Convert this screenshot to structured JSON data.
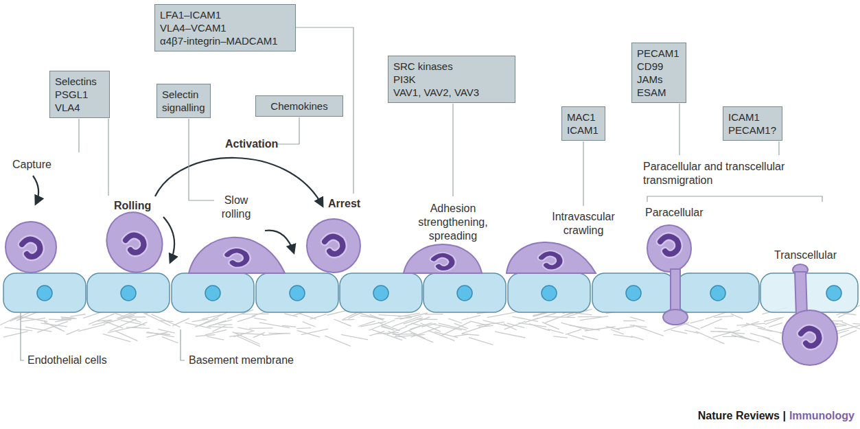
{
  "diagram": {
    "nodes": [
      {
        "text": [
          "Selectins",
          "PSGL1",
          "VLA4"
        ]
      },
      {
        "text": [
          "Selectin signalling"
        ]
      },
      {
        "text": [
          "LFA1–ICAM1",
          "VLA4–VCAM1",
          "α4β7-integrin–MADCAM1"
        ]
      },
      {
        "text": [
          "Chemokines"
        ]
      },
      {
        "text": [
          "SRC kinases",
          "PI3K",
          "VAV1, VAV2, VAV3"
        ]
      },
      {
        "text": [
          "MAC1",
          "ICAM1"
        ]
      },
      {
        "text": [
          "PECAM1",
          "CD99",
          "JAMs",
          "ESAM"
        ]
      },
      {
        "text": [
          "ICAM1",
          "PECAM1?"
        ]
      }
    ],
    "labels": [
      "Capture",
      "Rolling",
      "Slow rolling",
      "Activation",
      "Arrest",
      "Adhesion strengthening, spreading",
      "Intravascular crawling",
      "Paracellular and transcellular transmigration",
      "Paracellular",
      "Transcellular",
      "Endothelial cells",
      "Basement membrane",
      "Nature Reviews |",
      "Immunology"
    ]
  }
}
